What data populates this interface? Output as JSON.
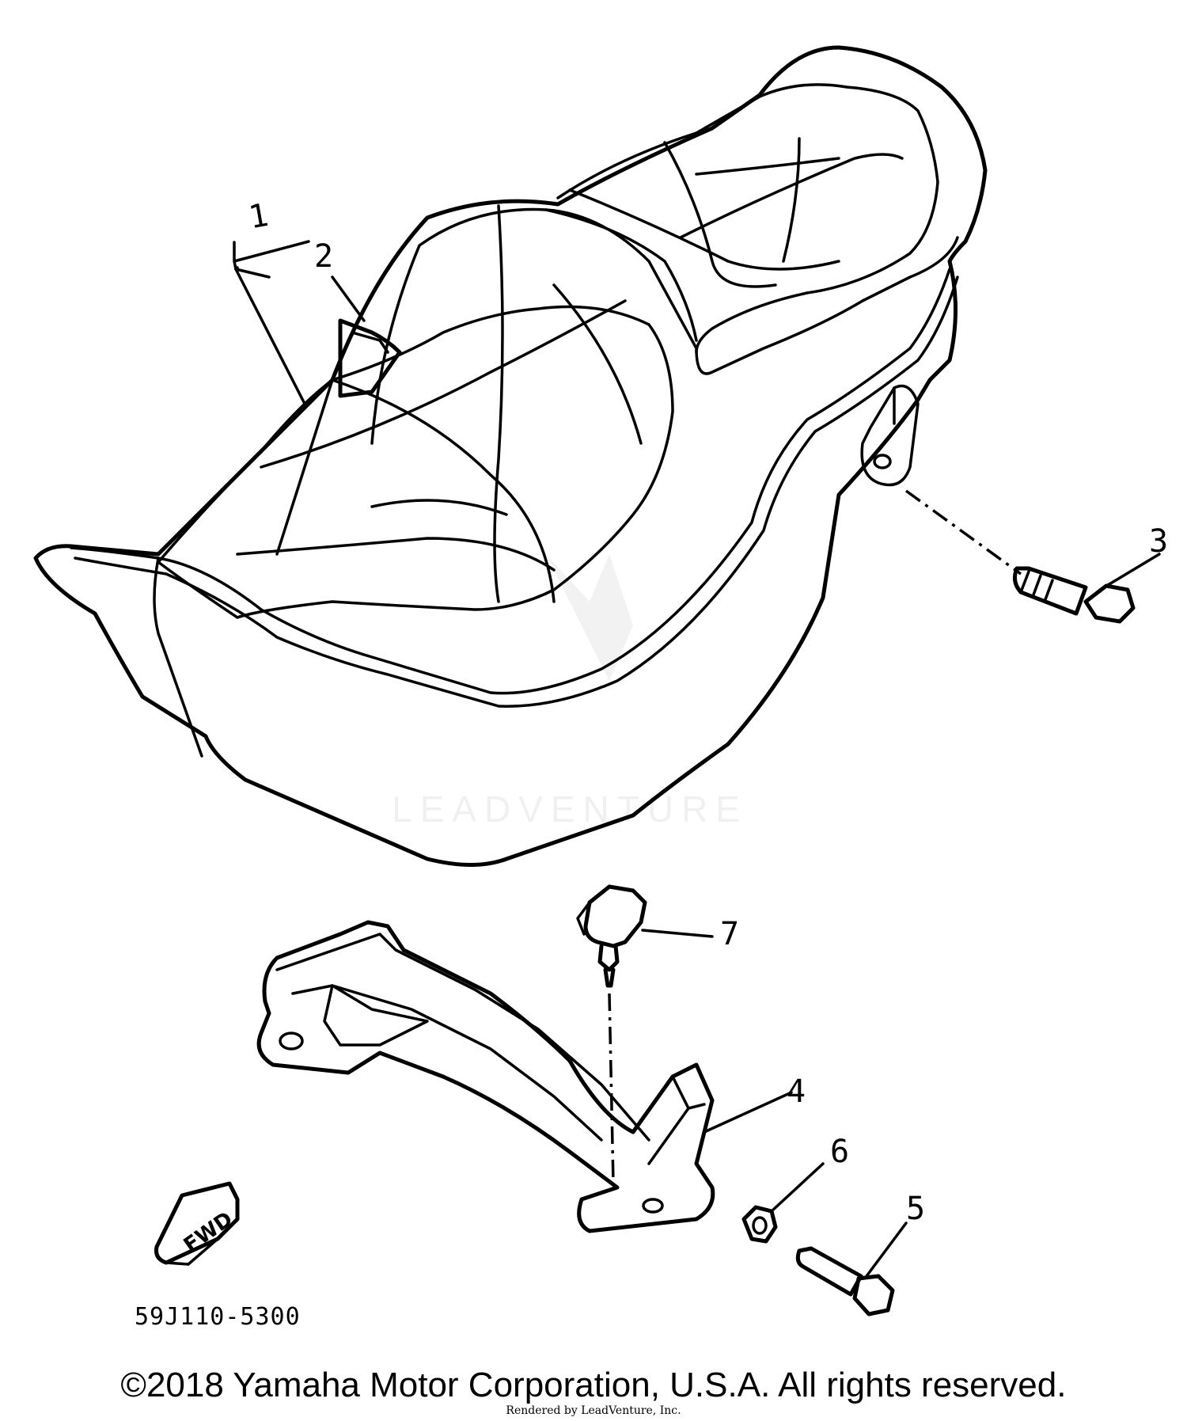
{
  "callouts": {
    "c1": "1",
    "c2": "2",
    "c3": "3",
    "c4": "4",
    "c5": "5",
    "c6": "6",
    "c7": "7"
  },
  "arrow_label": "FWD",
  "part_code": "59J110-5300",
  "watermark": "LEADVENTURE",
  "footer": {
    "copyright": "©2018 Yamaha Motor Corporation, U.S.A. All rights reserved.",
    "rendered_by": "Rendered by LeadVenture, Inc."
  }
}
